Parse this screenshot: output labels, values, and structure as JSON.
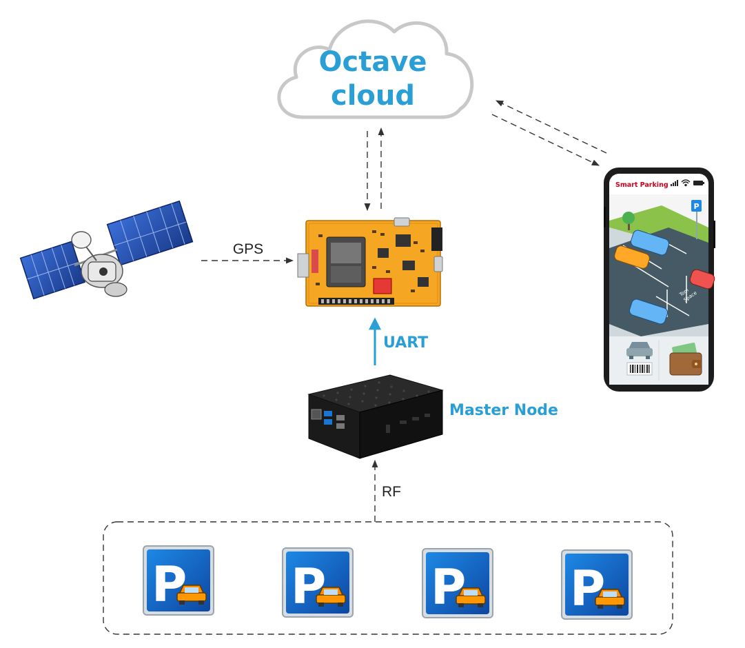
{
  "cloud": {
    "line1": "Octave",
    "line2": "cloud"
  },
  "links": {
    "gps": "GPS",
    "uart": "UART",
    "rf": "RF"
  },
  "master_node": {
    "label": "Master Node"
  },
  "phone": {
    "app_title": "Smart Parking",
    "space_text_1": "Tom",
    "space_text_2": "Space"
  },
  "parking_sensors": [
    {
      "letter": "P"
    },
    {
      "letter": "P"
    },
    {
      "letter": "P"
    },
    {
      "letter": "P"
    }
  ],
  "colors": {
    "accent_blue": "#2a9fd6",
    "board_orange": "#f5a623",
    "app_title_red": "#d0021b",
    "sign_blue": "#1565c0"
  }
}
